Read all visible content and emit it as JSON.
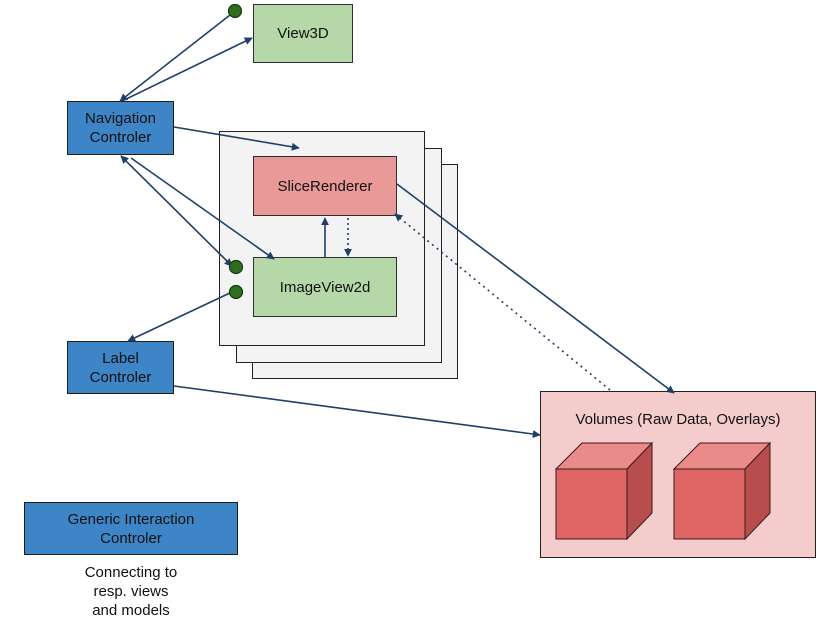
{
  "nodes": {
    "view3d": "View3D",
    "navigation_controller": [
      "Navigation",
      "Controler"
    ],
    "slice_renderer": "SliceRenderer",
    "image_view_2d": "ImageView2d",
    "label_controller": [
      "Label",
      "Controler"
    ],
    "generic_interaction_controller": [
      "Generic Interaction",
      "Controler"
    ],
    "volumes": "Volumes (Raw Data, Overlays)"
  },
  "caption": [
    "Connecting to",
    "resp. views",
    "and models"
  ],
  "colors": {
    "controller": "#3d85c6",
    "view": "#b6d7a8",
    "renderer": "#ea9999",
    "volumes_bg": "#f4cccc",
    "stack_bg": "#f3f3f3",
    "arrow": "#1f3f66",
    "port": "#2f6e1f",
    "cube_front": "#e06666",
    "cube_top": "#ea8a8a",
    "cube_side": "#b84d4d"
  },
  "icons": [
    "port-dot-icon",
    "cube-icon"
  ]
}
